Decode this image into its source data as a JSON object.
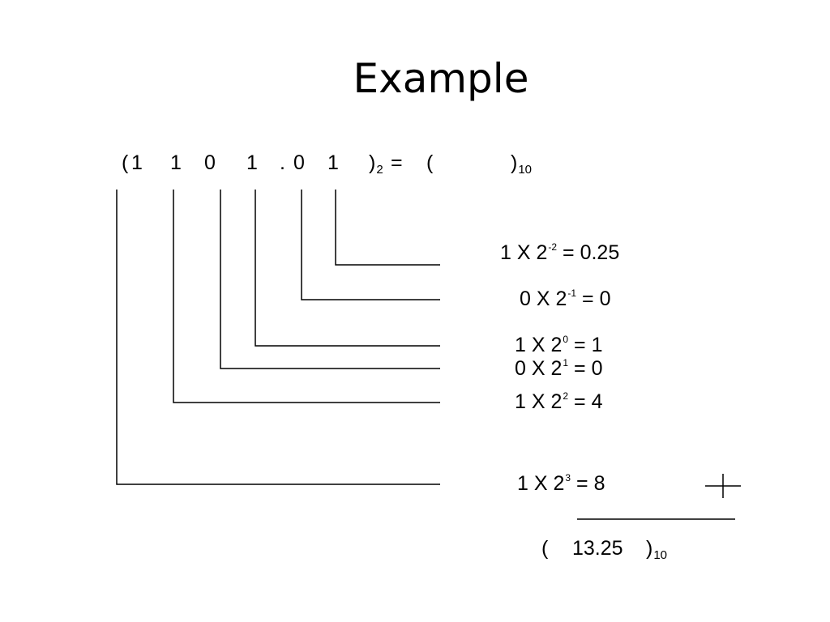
{
  "title": "Example",
  "binary": {
    "open_paren": "(",
    "digits": [
      "1",
      "1",
      "0",
      "1",
      ".",
      "0",
      "1"
    ],
    "close_paren": ")",
    "base_in": "2",
    "equals": "=",
    "result_open": "(",
    "result_close": ")",
    "base_out": "10"
  },
  "terms": [
    {
      "coef": "1",
      "times": "X",
      "base": "2",
      "exp": "-2",
      "rhs": "= 0.25"
    },
    {
      "coef": "0",
      "times": "X",
      "base": "2",
      "exp": "-1",
      "rhs": "= 0"
    },
    {
      "coef": "1",
      "times": "X",
      "base": "2",
      "exp": "0",
      "rhs": "= 1"
    },
    {
      "coef": "0",
      "times": "X",
      "base": "2",
      "exp": "1",
      "rhs": "= 0"
    },
    {
      "coef": "1",
      "times": "X",
      "base": "2",
      "exp": "2",
      "rhs": "= 4"
    },
    {
      "coef": "1",
      "times": "X",
      "base": "2",
      "exp": "3",
      "rhs": "= 8"
    }
  ],
  "sum_sign": "+",
  "total": {
    "open": "(",
    "value": "13.25",
    "close": ")",
    "base": "10"
  }
}
